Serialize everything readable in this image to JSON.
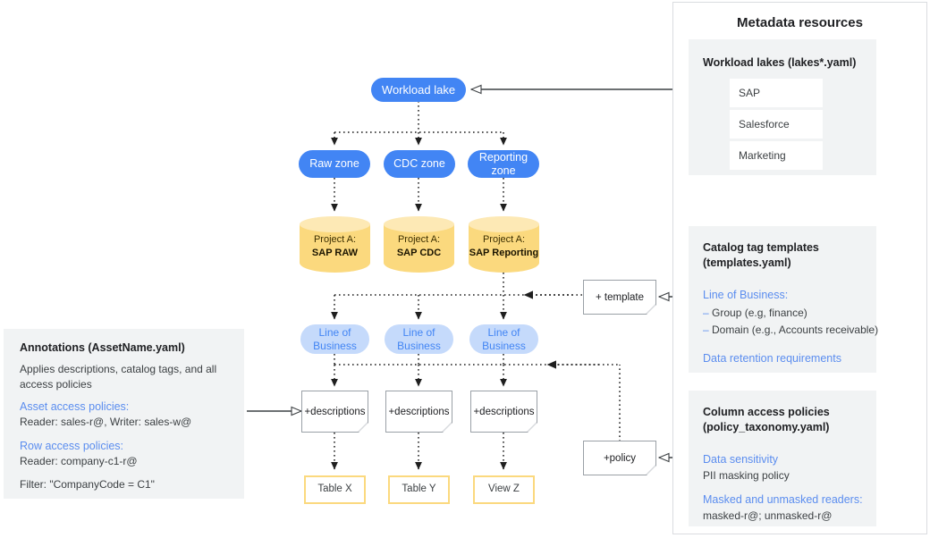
{
  "flow": {
    "lake": {
      "label": "Workload lake"
    },
    "zones": [
      {
        "label": "Raw zone"
      },
      {
        "label": "CDC zone"
      },
      {
        "label": "Reporting zone"
      }
    ],
    "datasets": [
      {
        "project": "Project A:",
        "name": "SAP RAW"
      },
      {
        "project": "Project A:",
        "name": "SAP CDC"
      },
      {
        "project": "Project A:",
        "name": "SAP Reporting"
      }
    ],
    "tags": [
      {
        "line1": "Line of",
        "line2": "Business"
      },
      {
        "line1": "Line of",
        "line2": "Business"
      },
      {
        "line1": "Line of",
        "line2": "Business"
      }
    ],
    "descriptions": [
      {
        "label": "+descriptions"
      },
      {
        "label": "+descriptions"
      },
      {
        "label": "+descriptions"
      }
    ],
    "outputs": [
      {
        "label": "Table X"
      },
      {
        "label": "Table Y"
      },
      {
        "label": "View Z"
      }
    ],
    "template_note": {
      "label": "+ template"
    },
    "policy_note": {
      "label": "+policy"
    }
  },
  "annotations": {
    "title": "Annotations (AssetName.yaml)",
    "description": "Applies descriptions, catalog tags, and all access policies",
    "asset_heading": "Asset access policies:",
    "asset_value": "Reader: sales-r@, Writer: sales-w@",
    "row_heading": "Row access policies:",
    "row_value": "Reader: company-c1-r@",
    "filter": "Filter: \"CompanyCode = C1\""
  },
  "metadata": {
    "title": "Metadata resources",
    "lakes": {
      "heading": "Workload lakes (lakes*.yaml)",
      "items": [
        {
          "label": "SAP"
        },
        {
          "label": "Salesforce"
        },
        {
          "label": "Marketing"
        }
      ]
    },
    "templates": {
      "heading_line1": "Catalog tag templates",
      "heading_line2": "(templates.yaml)",
      "group_heading": "Line of Business:",
      "bullets": [
        {
          "label": "Group (e.g, finance)"
        },
        {
          "label": "Domain (e.g., Accounts receivable)"
        }
      ],
      "retention": "Data retention requirements"
    },
    "policies": {
      "heading_line1": "Column access policies",
      "heading_line2": "(policy_taxonomy.yaml)",
      "sensitivity_heading": "Data sensitivity",
      "sensitivity_value": "PII masking policy",
      "readers_heading": "Masked and unmasked readers:",
      "readers_value": "masked-r@; unmasked-r@"
    }
  },
  "colors": {
    "blue": "#4285F4",
    "light_blue": "#C5DAFB",
    "amber": "#FBD97E",
    "amber_light": "#FDE9B5",
    "panel_grey": "#F1F3F4",
    "link_blue": "#5B8DEF"
  }
}
